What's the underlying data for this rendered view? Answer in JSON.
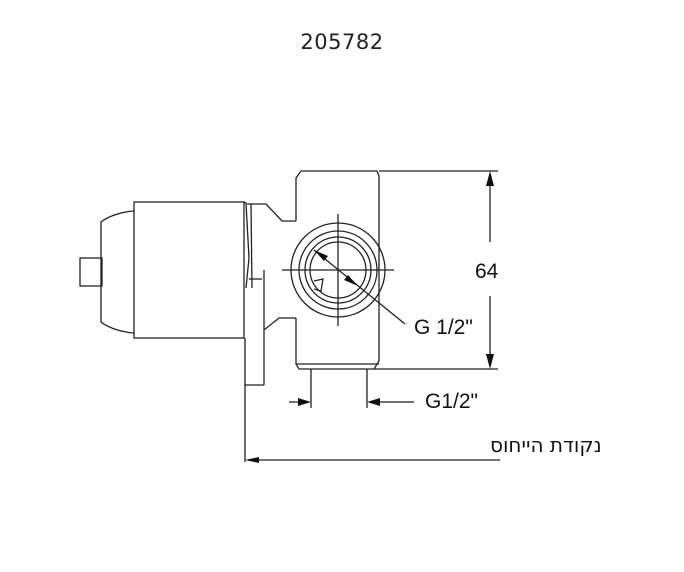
{
  "title": {
    "product_code": "205782"
  },
  "drawing": {
    "dimension_height": "64",
    "thread_side_label": "G 1/2\"",
    "thread_bottom_label": "G1/2\"",
    "reference_label": "נקודת הייחוס",
    "line_color": "#222222"
  }
}
